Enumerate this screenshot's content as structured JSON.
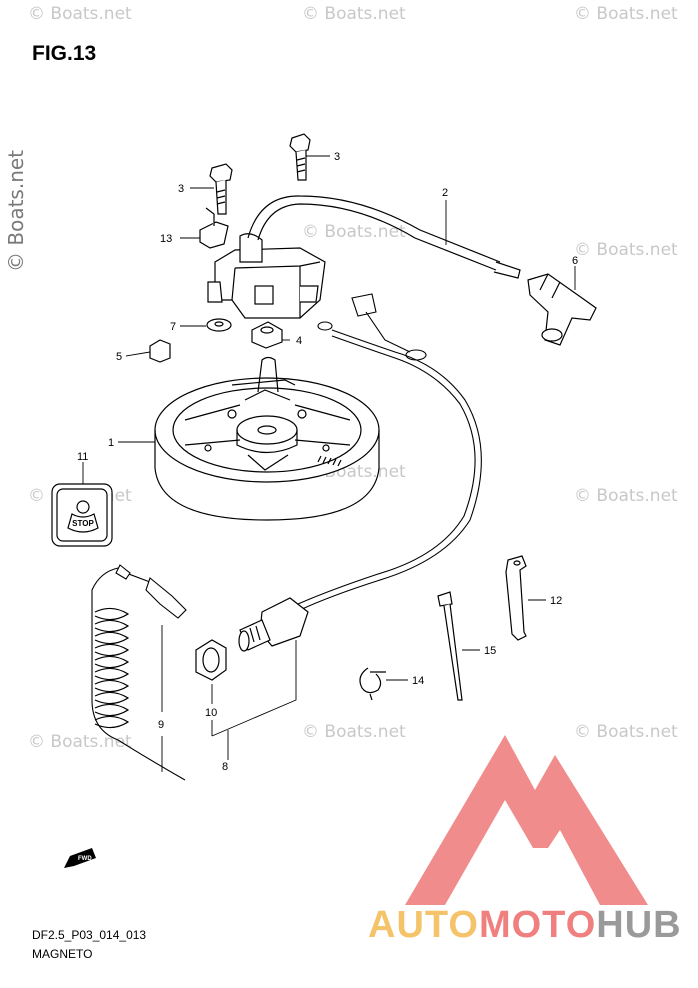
{
  "title": "FIG.13",
  "diagram_code": "DF2.5_P03_014_013",
  "caption": "MAGNETO",
  "watermark": "© Boats.net",
  "stop_button_label": "STOP",
  "fwd_label": "FWD",
  "logo": {
    "part1": "AUTO",
    "part2": "MOTO",
    "part3": "HUB"
  },
  "callouts": [
    {
      "id": "1",
      "part": "flywheel"
    },
    {
      "id": "2",
      "part": "high-tension-cord"
    },
    {
      "id": "3",
      "part": "bolt-upper"
    },
    {
      "id": "3",
      "part": "bolt-left"
    },
    {
      "id": "4",
      "part": "nut"
    },
    {
      "id": "5",
      "part": "key"
    },
    {
      "id": "6",
      "part": "plug-cap"
    },
    {
      "id": "7",
      "part": "washer"
    },
    {
      "id": "8",
      "part": "stop-switch-assembly"
    },
    {
      "id": "9",
      "part": "lanyard"
    },
    {
      "id": "10",
      "part": "switch-nut"
    },
    {
      "id": "11",
      "part": "stop-plate"
    },
    {
      "id": "12",
      "part": "clamp"
    },
    {
      "id": "13",
      "part": "bracket"
    },
    {
      "id": "14",
      "part": "clip"
    },
    {
      "id": "15",
      "part": "cable-tie"
    }
  ],
  "colors": {
    "line": "#000000",
    "watermark": "#c8c8c8",
    "logo_red": "#f08080",
    "logo_yellow": "#f5c36a",
    "logo_grey": "#9a9a9a"
  }
}
